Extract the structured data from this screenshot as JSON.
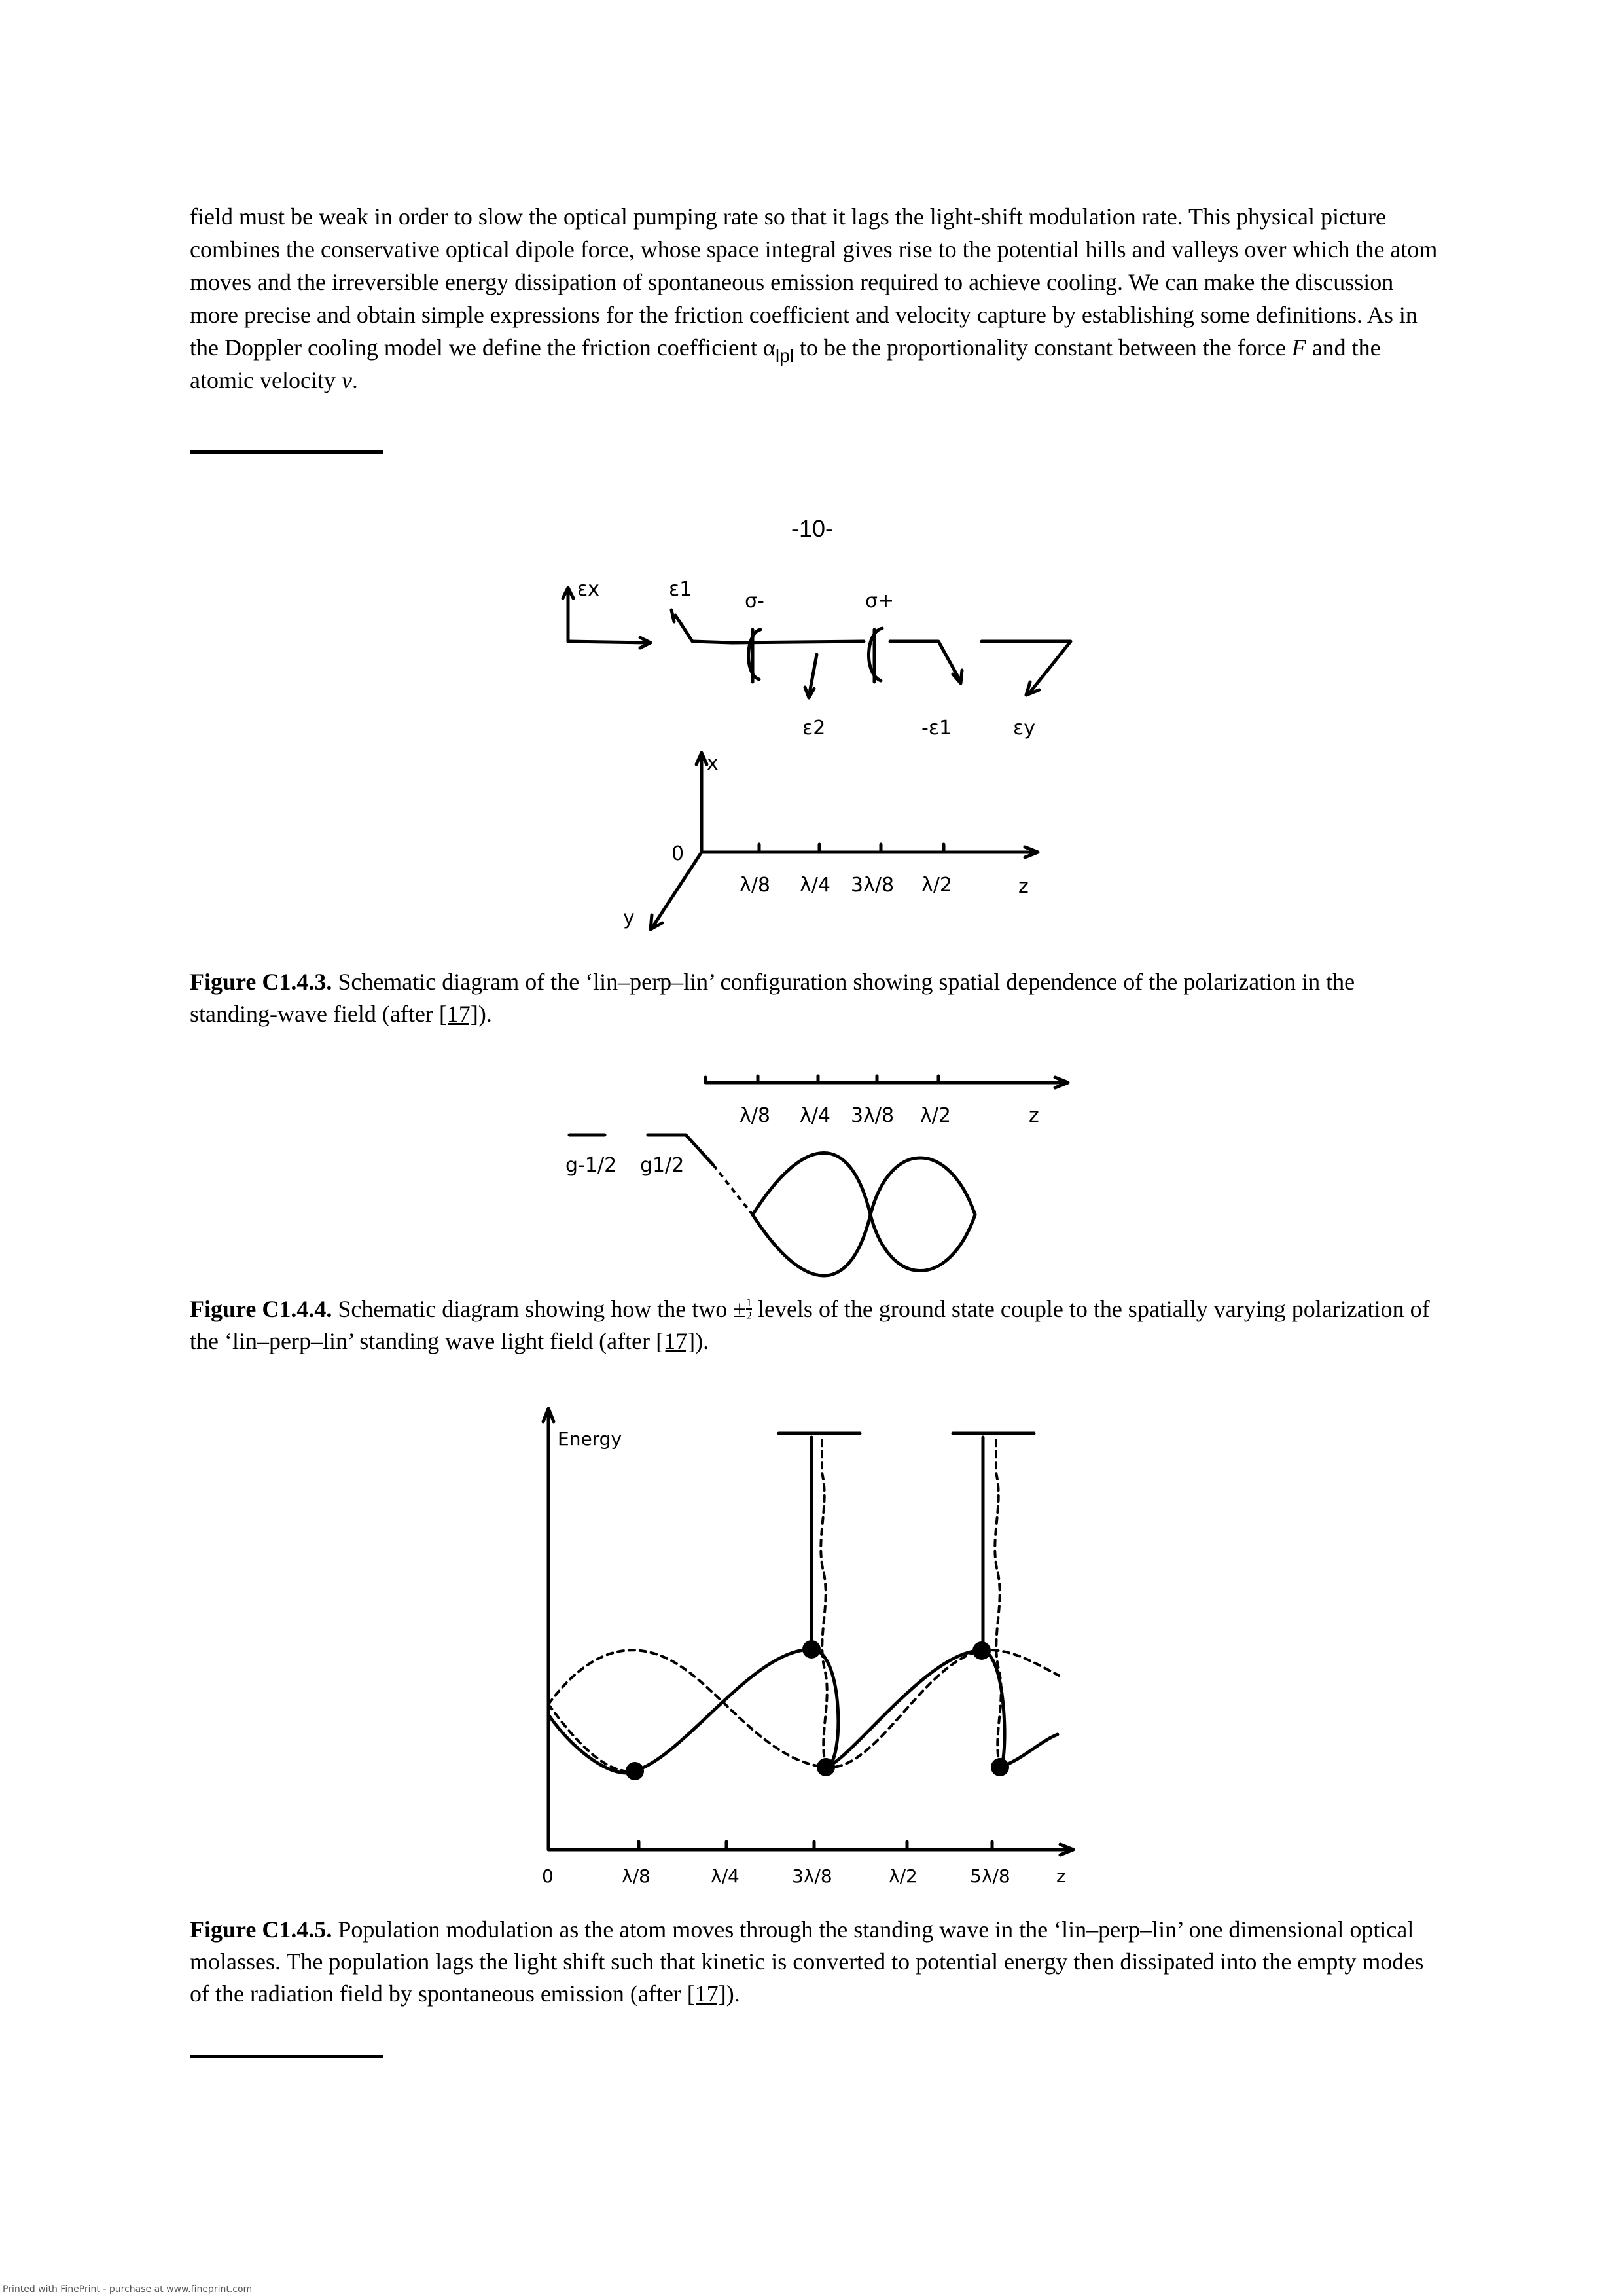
{
  "intro": {
    "text_before_alpha": "field must be weak in order to slow the optical pumping rate so that it lags the light-shift modulation rate. This physical picture combines the conservative optical dipole force, whose space integral gives rise to the potential hills and valleys over which the atom moves and the irreversible energy dissipation of spontaneous emission required to achieve cooling. We can make the discussion more precise and obtain simple expressions for the friction coefficient and velocity capture by establishing some definitions. As in the Doppler cooling model we define the friction coefficient ",
    "alpha_symbol": "α",
    "alpha_subscript": "lpl",
    "text_middle": " to be the proportionality constant between the force ",
    "force_symbol": "F",
    "text_and": " and the atomic velocity ",
    "velocity_symbol": "v",
    "text_end": "."
  },
  "page_number": "-10-",
  "figure_c143": {
    "polarizations": {
      "ex": "εx",
      "e1": "ε1",
      "sigma_minus": "σ-",
      "sigma_plus": "σ+",
      "e2": "ε2",
      "minus_e1": "-ε1",
      "ey": "εy"
    },
    "axes": {
      "x_label": "x",
      "y_label": "y",
      "z_label": "z",
      "origin_label": "0",
      "ticks": [
        "λ/8",
        "λ/4",
        "3λ/8",
        "λ/2"
      ]
    },
    "caption_label": "Figure C1.4.3.",
    "caption_text_before_ref": " Schematic diagram of the ‘lin–perp–lin’ configuration showing spatial dependence of the polarization in the standing-wave field (after ",
    "caption_ref": "[17]",
    "caption_text_after_ref": ")."
  },
  "figure_c144": {
    "axis_ticks": [
      "λ/8",
      "λ/4",
      "3λ/8",
      "λ/2"
    ],
    "axis_label": "z",
    "level_minus": "g-1/2",
    "level_plus": "g1/2",
    "caption_label": "Figure C1.4.4.",
    "caption_text_before_frac": " Schematic diagram showing how the two ±",
    "caption_frac_num": "1",
    "caption_frac_den": "2",
    "caption_text_after_frac": " levels of the ground state couple to the spatially varying polarization of the ‘lin–perp–lin’ standing wave light field (after ",
    "caption_ref": "[17]",
    "caption_text_after_ref": ")."
  },
  "figure_c145": {
    "y_label": "Energy",
    "origin_label": "0",
    "z_label": "z",
    "ticks": [
      "λ/8",
      "λ/4",
      "3λ/8",
      "λ/2",
      "5λ/8"
    ],
    "caption_label": "Figure C1.4.5.",
    "caption_text_before_ref": " Population modulation as the atom moves through the standing wave in the ‘lin–perp–lin’ one dimensional optical molasses. The population lags the light shift such that kinetic is converted to potential energy then dissipated into the empty modes of the radiation field by spontaneous emission (after ",
    "caption_ref": "[17]",
    "caption_text_after_ref": ")."
  },
  "footer": "Printed with FinePrint - purchase at www.fineprint.com"
}
